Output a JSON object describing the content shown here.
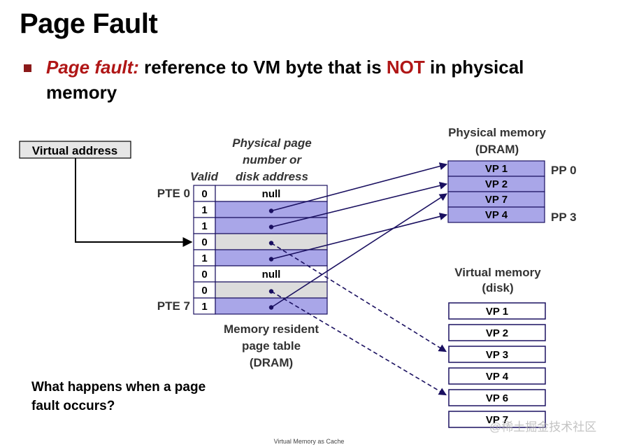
{
  "title": "Page Fault",
  "bullet": {
    "term": "Page fault:",
    "pre": " reference to VM byte that is ",
    "emph": "NOT",
    "post": " in physical",
    "line2": "memory"
  },
  "virtual_address_label": "Virtual address",
  "page_table": {
    "valid_header": "Valid",
    "ppn_header": [
      "Physical page",
      "number or",
      "disk address"
    ],
    "pte_first": "PTE 0",
    "pte_last": "PTE 7",
    "rows": [
      {
        "valid": "0",
        "addr": "null",
        "kind": "null"
      },
      {
        "valid": "1",
        "addr": "",
        "kind": "mem"
      },
      {
        "valid": "1",
        "addr": "",
        "kind": "mem"
      },
      {
        "valid": "0",
        "addr": "",
        "kind": "disk"
      },
      {
        "valid": "1",
        "addr": "",
        "kind": "mem"
      },
      {
        "valid": "0",
        "addr": "null",
        "kind": "null"
      },
      {
        "valid": "0",
        "addr": "",
        "kind": "disk"
      },
      {
        "valid": "1",
        "addr": "",
        "kind": "mem"
      }
    ],
    "caption": [
      "Memory resident",
      "page table",
      "(DRAM)"
    ]
  },
  "physical_memory": {
    "title": [
      "Physical memory",
      "(DRAM)"
    ],
    "pages": [
      "VP 1",
      "VP 2",
      "VP 7",
      "VP 4"
    ],
    "pp_first": "PP 0",
    "pp_last": "PP 3"
  },
  "virtual_memory": {
    "title": [
      "Virtual memory",
      "(disk)"
    ],
    "pages": [
      "VP 1",
      "VP 2",
      "VP 3",
      "VP 4",
      "VP 6",
      "VP 7"
    ]
  },
  "question": [
    "What happens when a page",
    "fault occurs?"
  ],
  "footer": "Virtual Memory as Cache",
  "watermark": "@稀土掘金技术社区",
  "colors": {
    "mem_fill": "#a9a6e8",
    "disk_fill": "#dcdcdc",
    "arrow": "#1a1060",
    "accent_red": "#b01616"
  }
}
